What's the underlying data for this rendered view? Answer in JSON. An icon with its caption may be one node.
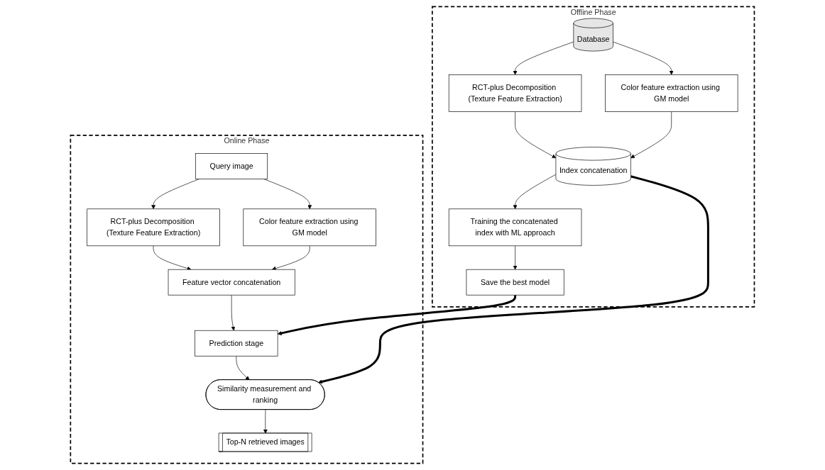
{
  "diagram": {
    "nodes": [
      {
        "text": [
          "Offline Phase"
        ]
      },
      {
        "text": [
          "Database"
        ],
        "in": 0
      },
      {
        "text": [
          "RCT-plus Decomposition (Texture Feature Extraction)"
        ],
        "in": 0
      },
      {
        "text": [
          "Color feature extraction using GM model"
        ],
        "in": 0
      },
      {
        "text": [
          "Index concatenation"
        ],
        "in": 0
      },
      {
        "text": [
          "Training the concatenated index with ML approach"
        ],
        "in": 0
      },
      {
        "text": [
          "Save the best model"
        ],
        "in": 0
      },
      {
        "text": [
          "Online Phase"
        ]
      },
      {
        "text": [
          "Query image"
        ],
        "in": 7
      },
      {
        "text": [
          "RCT-plus Decomposition (Texture Feature Extraction)"
        ],
        "in": 7
      },
      {
        "text": [
          "Color feature extraction using GM model"
        ],
        "in": 7
      },
      {
        "text": [
          "Feature vector concatenation"
        ],
        "in": 7
      },
      {
        "text": [
          "Prediction stage"
        ],
        "in": 7
      },
      {
        "text": [
          "Similarity measurement and ranking"
        ],
        "in": 7
      },
      {
        "text": [
          "Top-N retrieved images"
        ],
        "in": 7
      }
    ],
    "edges": [
      {
        "from": 1,
        "to": 2,
        "arrow": "to"
      },
      {
        "from": 1,
        "to": 3,
        "arrow": "to"
      },
      {
        "from": 2,
        "to": 4,
        "arrow": "to"
      },
      {
        "from": 3,
        "to": 4,
        "arrow": "to"
      },
      {
        "from": 4,
        "to": 5,
        "arrow": "to"
      },
      {
        "from": 5,
        "to": 6,
        "arrow": "to"
      },
      {
        "from": 8,
        "to": 9,
        "arrow": "to"
      },
      {
        "from": 8,
        "to": 10,
        "arrow": "to"
      },
      {
        "from": 9,
        "to": 11,
        "arrow": "to"
      },
      {
        "from": 10,
        "to": 11,
        "arrow": "to"
      },
      {
        "from": 11,
        "to": 12,
        "arrow": "to"
      },
      {
        "from": 12,
        "to": 13,
        "arrow": "to"
      },
      {
        "from": 13,
        "to": 14,
        "arrow": "to"
      },
      {
        "from": 4,
        "to": 13,
        "arrow": "to",
        "style": "thick"
      },
      {
        "from": 6,
        "to": 12,
        "arrow": "to",
        "style": "thick"
      }
    ]
  }
}
